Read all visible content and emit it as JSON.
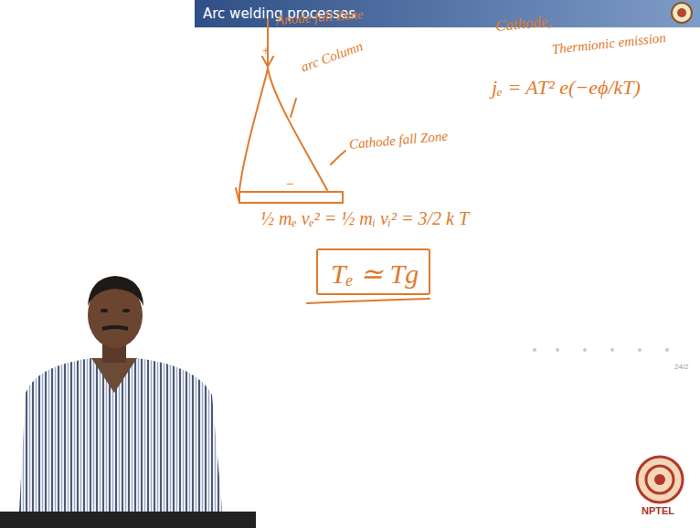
{
  "diagram": {
    "title": "Arc welding processes",
    "nodes": [
      {
        "text": [
          "Tₑ ≃ Tg"
        ]
      }
    ],
    "labels": [
      "Anode fall Zone",
      "arc Column",
      "Cathode fall Zone",
      "+",
      "−",
      "Cathode,",
      "Thermionic emission",
      "jₑ = AT² e(−eϕ/kT)",
      "½ mₑ vₑ² = ½ mᵢ vᵢ² = 3/2 k T",
      "24/2",
      "NPTEL"
    ]
  }
}
